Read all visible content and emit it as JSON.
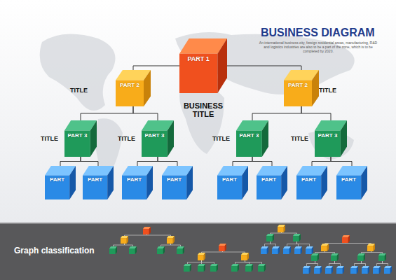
{
  "diagram": {
    "title": "BUSINESS DIAGRAM",
    "caption": "An international business city, foreign residential areas, manufacturing, R&D and logistics industries are also to be a part of the zone, which is to be completed by 2020.",
    "nodes": [
      {
        "text": [
          "PART 1"
        ]
      },
      {
        "text": [
          "PART 2"
        ]
      },
      {
        "text": [
          "PART 2"
        ]
      },
      {
        "text": [
          "PART 3"
        ]
      },
      {
        "text": [
          "PART 3"
        ]
      },
      {
        "text": [
          "PART 3"
        ]
      },
      {
        "text": [
          "PART 3"
        ]
      },
      {
        "text": [
          "PART"
        ]
      },
      {
        "text": [
          "PART"
        ]
      },
      {
        "text": [
          "PART"
        ]
      },
      {
        "text": [
          "PART"
        ]
      },
      {
        "text": [
          "PART"
        ]
      },
      {
        "text": [
          "PART"
        ]
      },
      {
        "text": [
          "PART"
        ]
      },
      {
        "text": [
          "PART"
        ]
      }
    ],
    "edges": [
      {
        "from": 0,
        "to": 1,
        "arrow": "none"
      },
      {
        "from": 0,
        "to": 2,
        "arrow": "none"
      },
      {
        "from": 1,
        "to": 3,
        "arrow": "none"
      },
      {
        "from": 1,
        "to": 4,
        "arrow": "none"
      },
      {
        "from": 2,
        "to": 5,
        "arrow": "none"
      },
      {
        "from": 2,
        "to": 6,
        "arrow": "none"
      },
      {
        "from": 3,
        "to": 7,
        "arrow": "none"
      },
      {
        "from": 3,
        "to": 8,
        "arrow": "none"
      },
      {
        "from": 4,
        "to": 9,
        "arrow": "none"
      },
      {
        "from": 4,
        "to": 10,
        "arrow": "none"
      },
      {
        "from": 5,
        "to": 11,
        "arrow": "none"
      },
      {
        "from": 5,
        "to": 12,
        "arrow": "none"
      },
      {
        "from": 6,
        "to": 13,
        "arrow": "none"
      },
      {
        "from": 6,
        "to": 14,
        "arrow": "none"
      }
    ],
    "labels": [
      "TITLE",
      "TITLE",
      "BUSINESS TITLE",
      "TITLE",
      "TITLE",
      "TITLE",
      "TITLE",
      "Graph classification"
    ]
  }
}
